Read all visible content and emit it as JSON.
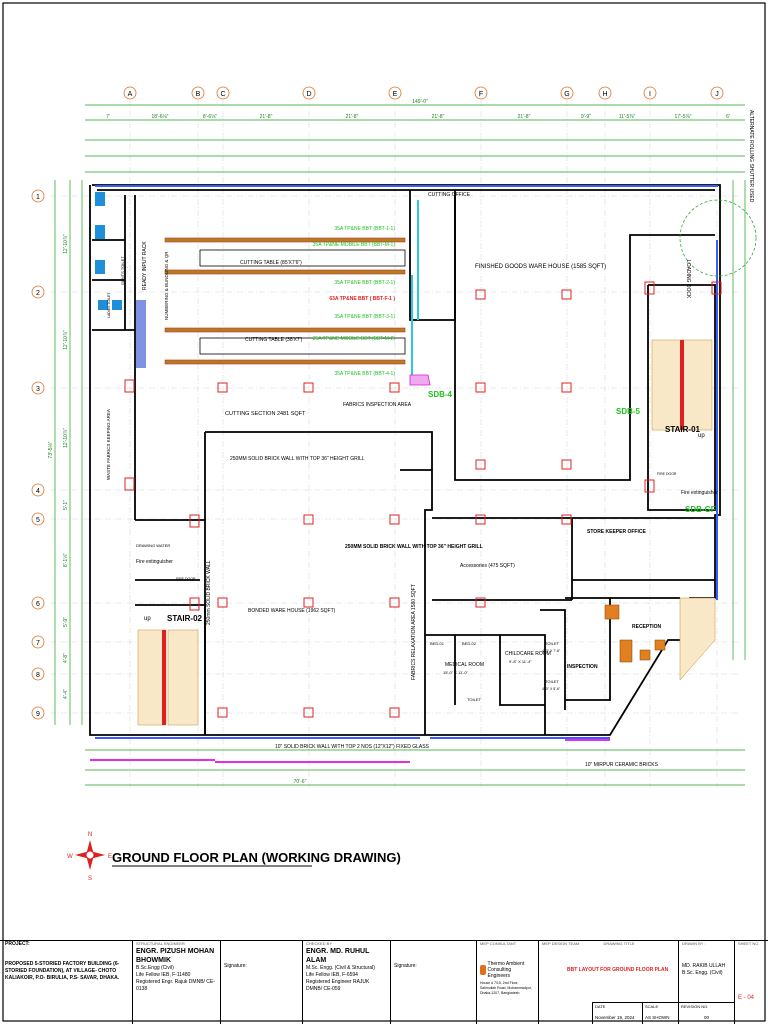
{
  "drawing": {
    "title": "GROUND FLOOR PLAN (WORKING DRAWING)",
    "compass": {
      "n": "N",
      "s": "S",
      "e": "E",
      "w": "W"
    }
  },
  "grid": {
    "columns": [
      "A",
      "B",
      "C",
      "D",
      "E",
      "F",
      "G",
      "H",
      "I",
      "J"
    ],
    "rows": [
      "1",
      "2",
      "3",
      "4",
      "5",
      "6",
      "7",
      "8",
      "9"
    ]
  },
  "dims": {
    "overall_top": "149'-0\"",
    "bays_top": [
      "7'",
      "18'-6⅛\"",
      "8'-6⅛\"",
      "21'-8\"",
      "21'-8\"",
      "21'-8\"",
      "21'-8\"",
      "9'-9\"",
      "11'-5⅞\"",
      "17'-5⅞\"",
      "6'"
    ],
    "left_overall": "73'-5⅛\"",
    "left_bays": [
      "12'-10⅞\"",
      "12'-10⅞\"",
      "12'-10⅞\"",
      "5'-1\"",
      "8'-1⅛\"",
      "5'-9\"",
      "4'-8\"",
      "4'-4\""
    ],
    "bottom_main": "70'-6\""
  },
  "rooms": {
    "cutting_office": "CUTTING OFFICE",
    "finished_goods": "FINISHED GOODS WARE HOUSE (1585 SQFT)",
    "cutting_table_1": "CUTTING TABLE (85'X7'6\")",
    "cutting_table_2": "CUTTING TABLE (38'X7')",
    "cutting_section": "CUTTING SECTION 2481 SQFT",
    "fabrics_inspection": "FABRICS INSPECTION AREA",
    "waste_area": "WASTE FABRICS KEEPING AREA",
    "ready_input": "READY INPUT RACK",
    "numbering": "NUMBERING & BUNDLING & QR",
    "gents_toilet": "GENTS TOILET",
    "ladies_toilet": "LADIES TOILET",
    "brick_wall_note": "250MM SOLID BRICK WALL WITH TOP 36\" HEIGHT GRILL",
    "brick_wall_note_2": "250MM SOLID BRICK WALL WITH TOP 36\" HEIGHT GRILL",
    "bonded_ware": "BONDED WARE HOUSE (1962 SQFT)",
    "accessories": "Accessories (475 SQFT)",
    "store_keeper": "STORE KEEPER OFFICE",
    "fabrics_relaxation": "FABRICS RELAXATION AREA 1580 SQFT",
    "reception": "RECEPTION",
    "inspection": "INSPECTION",
    "medical_room": "MEDICAL ROOM",
    "medical_size": "15'-0\" X 11'-0\"",
    "childcare": "CHILDCARE ROOM",
    "childcare_size": "9'-8\" X 11'-4\"",
    "bed1": "BED-01",
    "bed2": "BED-02",
    "toilet1": "TOILET",
    "toilet1_size": "4'-0\" X 7'-6\"",
    "toilet2": "TOILET",
    "toilet2_size": "4'-0\" X 5'-6\"",
    "toilet3": "TOILET",
    "drawing_water": "DRAWING WATER",
    "fire_ext_1": "Fire extinguisher",
    "fire_ext_2": "Fire extinguisher",
    "fire_door_1": "FIRE DOOR",
    "fire_door_2": "FIRE DOOR",
    "stair_01": "STAIR-01",
    "stair_02": "STAIR-02",
    "up1": "up",
    "up2": "up",
    "wall_10_note": "10\" SOLID BRICK WALL WITH TOP 2 NOS (12\"X12\") FIXED GLASS",
    "mirpur_note": "10\" MIRPUR CERAMIC BRICKS",
    "brick_250_vert": "250mm SOLID BRICK WALL",
    "loading_dock": "LOADING DOCK",
    "rolling_shutter": "ALTERNATE ROLLING SHUTTER USED"
  },
  "electrical": {
    "busbars": [
      {
        "label": "35A TP&NE BBT (BBT-1-1)",
        "color": "#22c022"
      },
      {
        "label": "35A TP&NE MOBILE BBT (BBT-M-1)",
        "color": "#22c022"
      },
      {
        "label": "35A TP&NE BBT (BBT-2-1)",
        "color": "#22c022"
      },
      {
        "label": "63A TP&NE BBT ( BBT-F-1 )",
        "color": "#e02020"
      },
      {
        "label": "35A TP&NE BBT (BBT-3-1)",
        "color": "#22c022"
      },
      {
        "label": "35A TP&NE MOBILE BBT (BBT-M-2)",
        "color": "#22c022"
      },
      {
        "label": "35A TP&NE BBT (BBT-4-1)",
        "color": "#22c022"
      }
    ],
    "sdb_labels": [
      "SDB-4",
      "SDB-5",
      "SDB-GF"
    ]
  },
  "title_block": {
    "project_hdr": "PROJECT:",
    "project": "PROPOSED 5-STORIED FACTORY BUILDING (6-STORIED FOUNDATION), AT VILLAGE- CHOTO KALIAKOIR, P.O- BIRULIA, P.S- SAVAR, DHAKA.",
    "struct_hdr": "STRUCTURAL ENGINEER",
    "struct_name": "ENGR. PIZUSH MOHAN BHOWMIK",
    "struct_deg": "B.Sc.Engg (Civil)",
    "struct_lf": "Life Fellow IEB, F-11480",
    "struct_reg": "Registered Engr. Rajuk DMNB/ CE-0138",
    "signature_1": "Signature:",
    "checked_hdr": "CHECKED BY",
    "checked_name": "ENGR. MD. RUHUL ALAM",
    "checked_deg": "M.Sc. Engg. (Civil & Structural)",
    "checked_lf": "Life Fellow IEB, F-6594",
    "checked_reg": "Registered Engineer RAJUK",
    "checked_dmnb": "DMNB/ CE-059",
    "signature_2": "Signature:",
    "mep_hdr": "MEP CONSULTANT",
    "firm_name": "Thermo Ambient Consulting Engineers",
    "firm_addr": "House # 7/15, 2nd Floor, Salimullah Road, Mohammadpur, Dhaka-1207, Bangladesh",
    "design_hdr": "MEP DESIGN TEAM",
    "drawing_title_hdr": "DRAWING TITLE",
    "drawing_title": "BBT LAYOUT FOR GROUND FLOOR PLAN",
    "drawn_hdr": "DRAWN BY :",
    "drawn_name": "MD. RAKIB ULLAH",
    "drawn_deg": "B.Sc. Engg. (Civil)",
    "sheet_hdr": "SHEET NO.",
    "sheet_no": "E - 04",
    "date_hdr": "DATE",
    "date": "November 19, 2024",
    "scale_hdr": "SCALE",
    "scale": "AS SHOWN",
    "rev_hdr": "REVISION NO.",
    "rev": "00"
  }
}
